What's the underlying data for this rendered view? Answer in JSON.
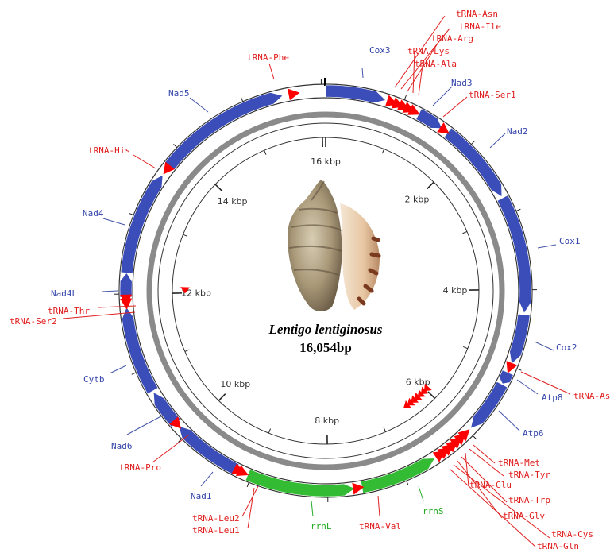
{
  "title": {
    "species": "Lentigo lentiginosus",
    "length": "16,054bp"
  },
  "genome_length_bp": 16054,
  "colors": {
    "protein": "#3b4db8",
    "trna": "#ff0000",
    "rrna": "#33bb33",
    "protein_label": "#3344aa",
    "trna_label": "#e02020",
    "rrna_label": "#22aa22"
  },
  "scale_labels": [
    "16 kbp",
    "2 kbp",
    "4 kbp",
    "6 kbp",
    "8 kbp",
    "10 kbp",
    "12 kbp",
    "14 kbp"
  ],
  "genes": [
    {
      "name": "Cox3",
      "type": "protein",
      "start": 0,
      "end": 780,
      "strand": 1
    },
    {
      "name": "Nad3",
      "type": "protein",
      "start": 1240,
      "end": 1590,
      "strand": 1
    },
    {
      "name": "Nad2",
      "type": "protein",
      "start": 1680,
      "end": 2760,
      "strand": 1
    },
    {
      "name": "Cox1",
      "type": "protein",
      "start": 2780,
      "end": 4300,
      "strand": 1
    },
    {
      "name": "Cox2",
      "type": "protein",
      "start": 4320,
      "end": 4970,
      "strand": 1
    },
    {
      "name": "Atp8",
      "type": "protein",
      "start": 5090,
      "end": 5250,
      "strand": 1
    },
    {
      "name": "Atp6",
      "type": "protein",
      "start": 5260,
      "end": 5950,
      "strand": 1
    },
    {
      "name": "rrnS",
      "type": "rrna",
      "start": 6550,
      "end": 7560,
      "strand": -1
    },
    {
      "name": "rrnL",
      "type": "rrna",
      "start": 7650,
      "end": 9050,
      "strand": -1
    },
    {
      "name": "Nad1",
      "type": "protein",
      "start": 9210,
      "end": 10140,
      "strand": 1
    },
    {
      "name": "Nad6",
      "type": "protein",
      "start": 10190,
      "end": 10680,
      "strand": 1
    },
    {
      "name": "Cytb",
      "type": "protein",
      "start": 10700,
      "end": 11830,
      "strand": 1
    },
    {
      "name": "Nad4L",
      "type": "protein",
      "start": 11960,
      "end": 12270,
      "strand": 1
    },
    {
      "name": "Nad4",
      "type": "protein",
      "start": 12270,
      "end": 13620,
      "strand": 1
    },
    {
      "name": "Nad5",
      "type": "protein",
      "start": 13760,
      "end": 15500,
      "strand": 1
    }
  ],
  "trnas": [
    {
      "name": "tRNA-Asn",
      "pos": 870,
      "strand": 1
    },
    {
      "name": "tRNA-Ile",
      "pos": 955,
      "strand": 1
    },
    {
      "name": "tRNA-Arg",
      "pos": 1035,
      "strand": 1
    },
    {
      "name": "tRNA-Lys",
      "pos": 1110,
      "strand": 1
    },
    {
      "name": "tRNA-Ala",
      "pos": 1185,
      "strand": 1
    },
    {
      "name": "tRNA-Ser1",
      "pos": 1635,
      "strand": 1
    },
    {
      "name": "tRNA-Asp",
      "pos": 5030,
      "strand": 1
    },
    {
      "name": "tRNA-Met",
      "pos": 6040,
      "strand": -1
    },
    {
      "name": "tRNA-Tyr",
      "pos": 6110,
      "strand": -1
    },
    {
      "name": "tRNA-Cys",
      "pos": 6180,
      "strand": -1
    },
    {
      "name": "tRNA-Trp",
      "pos": 6250,
      "strand": -1
    },
    {
      "name": "tRNA-Gln",
      "pos": 6320,
      "strand": -1
    },
    {
      "name": "tRNA-Gly",
      "pos": 6390,
      "strand": -1
    },
    {
      "name": "tRNA-Glu",
      "pos": 6460,
      "strand": -1
    },
    {
      "name": "tRNA-Val",
      "pos": 7605,
      "strand": -1
    },
    {
      "name": "tRNA-Leu2",
      "pos": 9110,
      "strand": -1
    },
    {
      "name": "tRNA-Leu1",
      "pos": 9170,
      "strand": -1
    },
    {
      "name": "tRNA-Pro",
      "pos": 10165,
      "strand": -1
    },
    {
      "name": "tRNA-Ser2",
      "pos": 11870,
      "strand": -1
    },
    {
      "name": "tRNA-Thr",
      "pos": 11920,
      "strand": -1
    },
    {
      "name": "tRNA-His",
      "pos": 13700,
      "strand": -1
    },
    {
      "name": "tRNA-Phe",
      "pos": 15650,
      "strand": 1
    }
  ],
  "inner_marks": [
    {
      "pos": 5990,
      "strand": 1
    },
    {
      "pos": 6070,
      "strand": 1
    },
    {
      "pos": 6150,
      "strand": 1
    },
    {
      "pos": 6230,
      "strand": 1
    },
    {
      "pos": 6310,
      "strand": 1
    },
    {
      "pos": 6390,
      "strand": 1
    },
    {
      "pos": 6470,
      "strand": 1
    },
    {
      "pos": 12050,
      "strand": -1
    }
  ],
  "labels": [
    {
      "text": "Cox3",
      "kind": "protein"
    },
    {
      "text": "tRNA-Asn",
      "kind": "trna"
    },
    {
      "text": "tRNA-Ile",
      "kind": "trna"
    },
    {
      "text": "tRNA-Arg",
      "kind": "trna"
    },
    {
      "text": "tRNA-Lys",
      "kind": "trna"
    },
    {
      "text": "tRNA-Ala",
      "kind": "trna"
    },
    {
      "text": "Nad3",
      "kind": "protein"
    },
    {
      "text": "tRNA-Ser1",
      "kind": "trna"
    },
    {
      "text": "Nad2",
      "kind": "protein"
    },
    {
      "text": "Cox1",
      "kind": "protein"
    },
    {
      "text": "Cox2",
      "kind": "protein"
    },
    {
      "text": "tRNA-Asp",
      "kind": "trna"
    },
    {
      "text": "Atp8",
      "kind": "protein"
    },
    {
      "text": "Atp6",
      "kind": "protein"
    },
    {
      "text": "tRNA-Met",
      "kind": "trna"
    },
    {
      "text": "tRNA-Tyr",
      "kind": "trna"
    },
    {
      "text": "tRNA-Glu",
      "kind": "trna"
    },
    {
      "text": "tRNA-Trp",
      "kind": "trna"
    },
    {
      "text": "tRNA-Gly",
      "kind": "trna"
    },
    {
      "text": "tRNA-Cys",
      "kind": "trna"
    },
    {
      "text": "tRNA-Gln",
      "kind": "trna"
    },
    {
      "text": "rrnS",
      "kind": "rrna"
    },
    {
      "text": "tRNA-Val",
      "kind": "trna"
    },
    {
      "text": "rrnL",
      "kind": "rrna"
    },
    {
      "text": "tRNA-Leu2",
      "kind": "trna"
    },
    {
      "text": "tRNA-Leu1",
      "kind": "trna"
    },
    {
      "text": "Nad1",
      "kind": "protein"
    },
    {
      "text": "tRNA-Pro",
      "kind": "trna"
    },
    {
      "text": "Nad6",
      "kind": "protein"
    },
    {
      "text": "Cytb",
      "kind": "protein"
    },
    {
      "text": "tRNA-Ser2",
      "kind": "trna"
    },
    {
      "text": "tRNA-Thr",
      "kind": "trna"
    },
    {
      "text": "Nad4L",
      "kind": "protein"
    },
    {
      "text": "Nad4",
      "kind": "protein"
    },
    {
      "text": "tRNA-His",
      "kind": "trna"
    },
    {
      "text": "Nad5",
      "kind": "protein"
    },
    {
      "text": "tRNA-Phe",
      "kind": "trna"
    }
  ]
}
